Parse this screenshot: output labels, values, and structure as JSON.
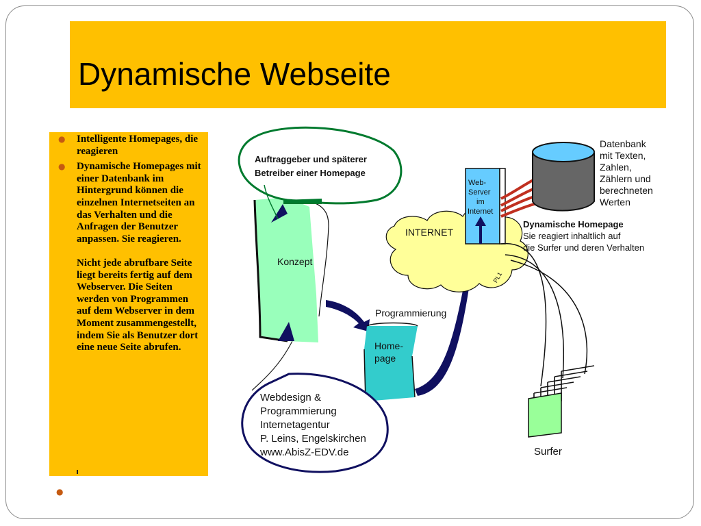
{
  "slide": {
    "title": "Dynamische Webseite",
    "bullets": [
      {
        "text": "Intelligente Homepages, die reagieren"
      },
      {
        "text": "Dynamische Homepages mit einer Datenbank im Hintergrund können die einzelnen Internetseiten an das Verhalten und die Anfragen der Benutzer anpassen. Sie reagieren.\n\nNicht jede abrufbare Seite liegt bereits fertig auf dem Webserver. Die Seiten werden von Programmen auf dem Webserver in dem Moment zusammengestellt, indem Sie als Benutzer dort eine neue Seite abrufen."
      }
    ]
  },
  "diagram": {
    "client_bubble": [
      "Auftraggeber und späterer",
      "Betreiber einer Homepage"
    ],
    "concept_label": "Konzept",
    "programming_label": "Programmierung",
    "homepage_label": [
      "Home-",
      "page"
    ],
    "internet_label": "INTERNET",
    "internet_tag": "PL1",
    "webserver_label": [
      "Web-",
      "Server",
      "im",
      "Internet"
    ],
    "database_label": [
      "Datenbank",
      "mit Texten,",
      "Zahlen,",
      "Zählern und",
      "berechneten",
      "Werten"
    ],
    "dynamic_title": "Dynamische Homepage",
    "dynamic_desc": [
      "Sie reagiert inhaltlich auf",
      "die Surfer und deren Verhalten"
    ],
    "agency_label": [
      "Webdesign &",
      "Programmierung",
      "Internetagentur",
      "P. Leins, Engelskirchen",
      "www.AbisZ-EDV.de"
    ],
    "surfer_label": "Surfer"
  },
  "colors": {
    "accent": "#ffc000",
    "bullet": "#c55a11",
    "paper_green": "#99ffbb",
    "cloud_yellow": "#ffff99",
    "server_blue": "#66ccff",
    "dark_navy": "#101060",
    "bubble_green": "#007a2e",
    "rope_red": "#c03020"
  }
}
